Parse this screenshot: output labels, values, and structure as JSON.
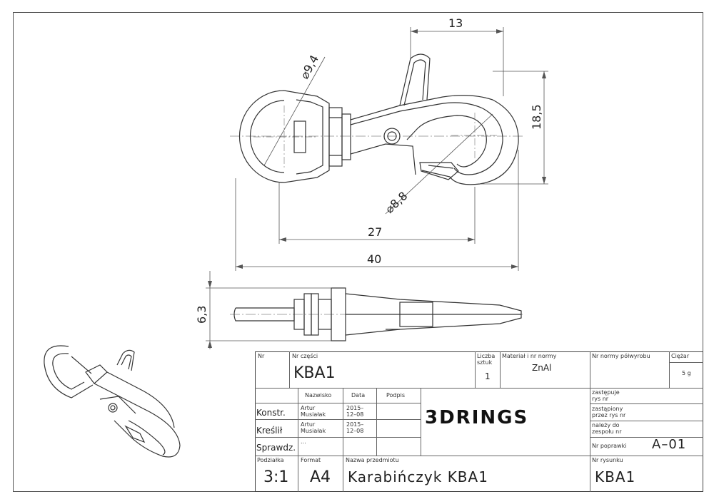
{
  "drawing": {
    "dimensions": {
      "top_width": "13",
      "height": "18,5",
      "hole_diameter": "⌀9,4",
      "eye_diameter": "⌀8,8",
      "inner_length": "27",
      "total_length": "40",
      "thickness": "6,3"
    }
  },
  "title_block": {
    "nr_label": "Nr",
    "part_nr_label": "Nr części",
    "part_nr": "KBA1",
    "quantity_label_1": "Liczba",
    "quantity_label_2": "sztuk",
    "quantity": "1",
    "material_label": "Materiał i nr normy",
    "material": "ZnAl",
    "norm_label": "Nr normy półwyrobu",
    "weight_label": "Ciężar",
    "weight": "5 g",
    "name_header": "Nazwisko",
    "date_header": "Data",
    "signature_header": "Podpis",
    "rows": [
      {
        "role": "Konstr.",
        "name": "Artur\nMusiałak",
        "date": "2015–\n12–08"
      },
      {
        "role": "Kreślił",
        "name": "Artur\nMusiałak",
        "date": "2015–\n12–08"
      },
      {
        "role": "Sprawdz.",
        "name": "...",
        "date": ""
      }
    ],
    "logo": "3DRINGS",
    "replaces_label": "zastępuje\nrys nr",
    "replaced_by_label": "zastąpiony\nprzez rys nr",
    "belongs_label": "należy do\nzespołu nr",
    "revision_label": "Nr poprawki",
    "revision": "A–01",
    "scale_label": "Podziałka",
    "scale": "3:1",
    "format_label": "Format",
    "format": "A4",
    "object_label": "Nazwa przedmiotu",
    "object_name": "Karabińczyk KBA1",
    "drawing_nr_label": "Nr rysunku",
    "drawing_nr": "KBA1"
  },
  "colors": {
    "line": "#333333",
    "dim": "#555555",
    "background": "#ffffff"
  }
}
